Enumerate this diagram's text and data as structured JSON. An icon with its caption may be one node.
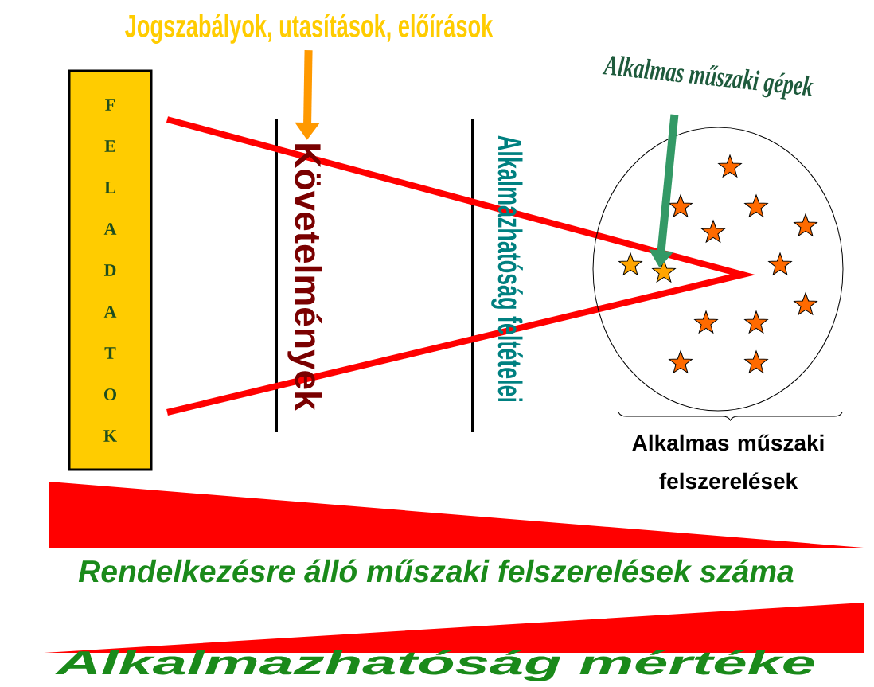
{
  "diagram": {
    "nodes": [
      {
        "text": [
          "Jogszabályok, utasítások, előírások"
        ]
      },
      {
        "text": [
          "Követelmények"
        ]
      },
      {
        "text": [
          "F E L A D A T O K"
        ]
      },
      {
        "text": [
          "Alkalmazhatóság feltételei"
        ]
      },
      {
        "text": [
          "Alkalmas műszaki gépek"
        ]
      },
      {
        "text": [],
        "shape": "ellipse",
        "beside": [
          "Alkalmas műszaki felszerelések"
        ]
      },
      {
        "text": [],
        "shape": "star",
        "in": 5
      },
      {
        "text": [],
        "shape": "star",
        "in": 5
      },
      {
        "text": [],
        "shape": "star",
        "in": 5
      },
      {
        "text": [],
        "shape": "star",
        "in": 5
      },
      {
        "text": [],
        "shape": "star",
        "in": 5
      },
      {
        "text": [],
        "shape": "star",
        "in": 5
      },
      {
        "text": [],
        "shape": "star",
        "in": 5
      },
      {
        "text": [],
        "shape": "star",
        "in": 5
      },
      {
        "text": [],
        "shape": "star",
        "in": 5
      },
      {
        "text": [],
        "shape": "star",
        "in": 5
      },
      {
        "text": [],
        "shape": "star",
        "in": 5
      },
      {
        "text": [],
        "shape": "star",
        "in": 5
      },
      {
        "text": [],
        "shape": "star",
        "in": 5
      }
    ],
    "edges": [
      {
        "from": 0,
        "to": 1,
        "arrow": "to",
        "color": "#ff9900"
      },
      {
        "from": 4,
        "to": 13,
        "arrow": "to",
        "color": "#339966"
      }
    ],
    "labels": [
      "Rendelkezésre álló műszaki felszerelések száma",
      "Alkalmazhatóság mértéke"
    ]
  }
}
